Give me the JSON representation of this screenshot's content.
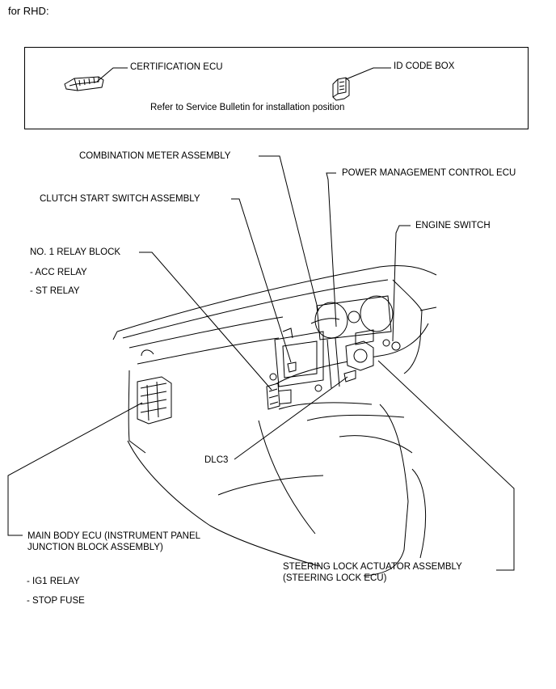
{
  "header": "for RHD:",
  "box": {
    "certification_ecu": "CERTIFICATION ECU",
    "id_code_box": "ID CODE BOX",
    "note": "Refer to Service Bulletin for installation position"
  },
  "labels": {
    "combination_meter": "COMBINATION METER ASSEMBLY",
    "power_management": "POWER MANAGEMENT CONTROL ECU",
    "clutch_start": "CLUTCH START SWITCH ASSEMBLY",
    "engine_switch": "ENGINE SWITCH",
    "relay_block": "NO. 1 RELAY BLOCK",
    "acc_relay": "- ACC RELAY",
    "st_relay": "- ST RELAY",
    "dlc3": "DLC3",
    "main_body_ecu_1": "MAIN BODY ECU (INSTRUMENT PANEL",
    "main_body_ecu_2": "JUNCTION BLOCK ASSEMBLY)",
    "ig1_relay": "- IG1 RELAY",
    "stop_fuse": "- STOP FUSE",
    "steering_lock_1": "STEERING LOCK ACTUATOR ASSEMBLY",
    "steering_lock_2": "(STEERING LOCK ECU)"
  }
}
